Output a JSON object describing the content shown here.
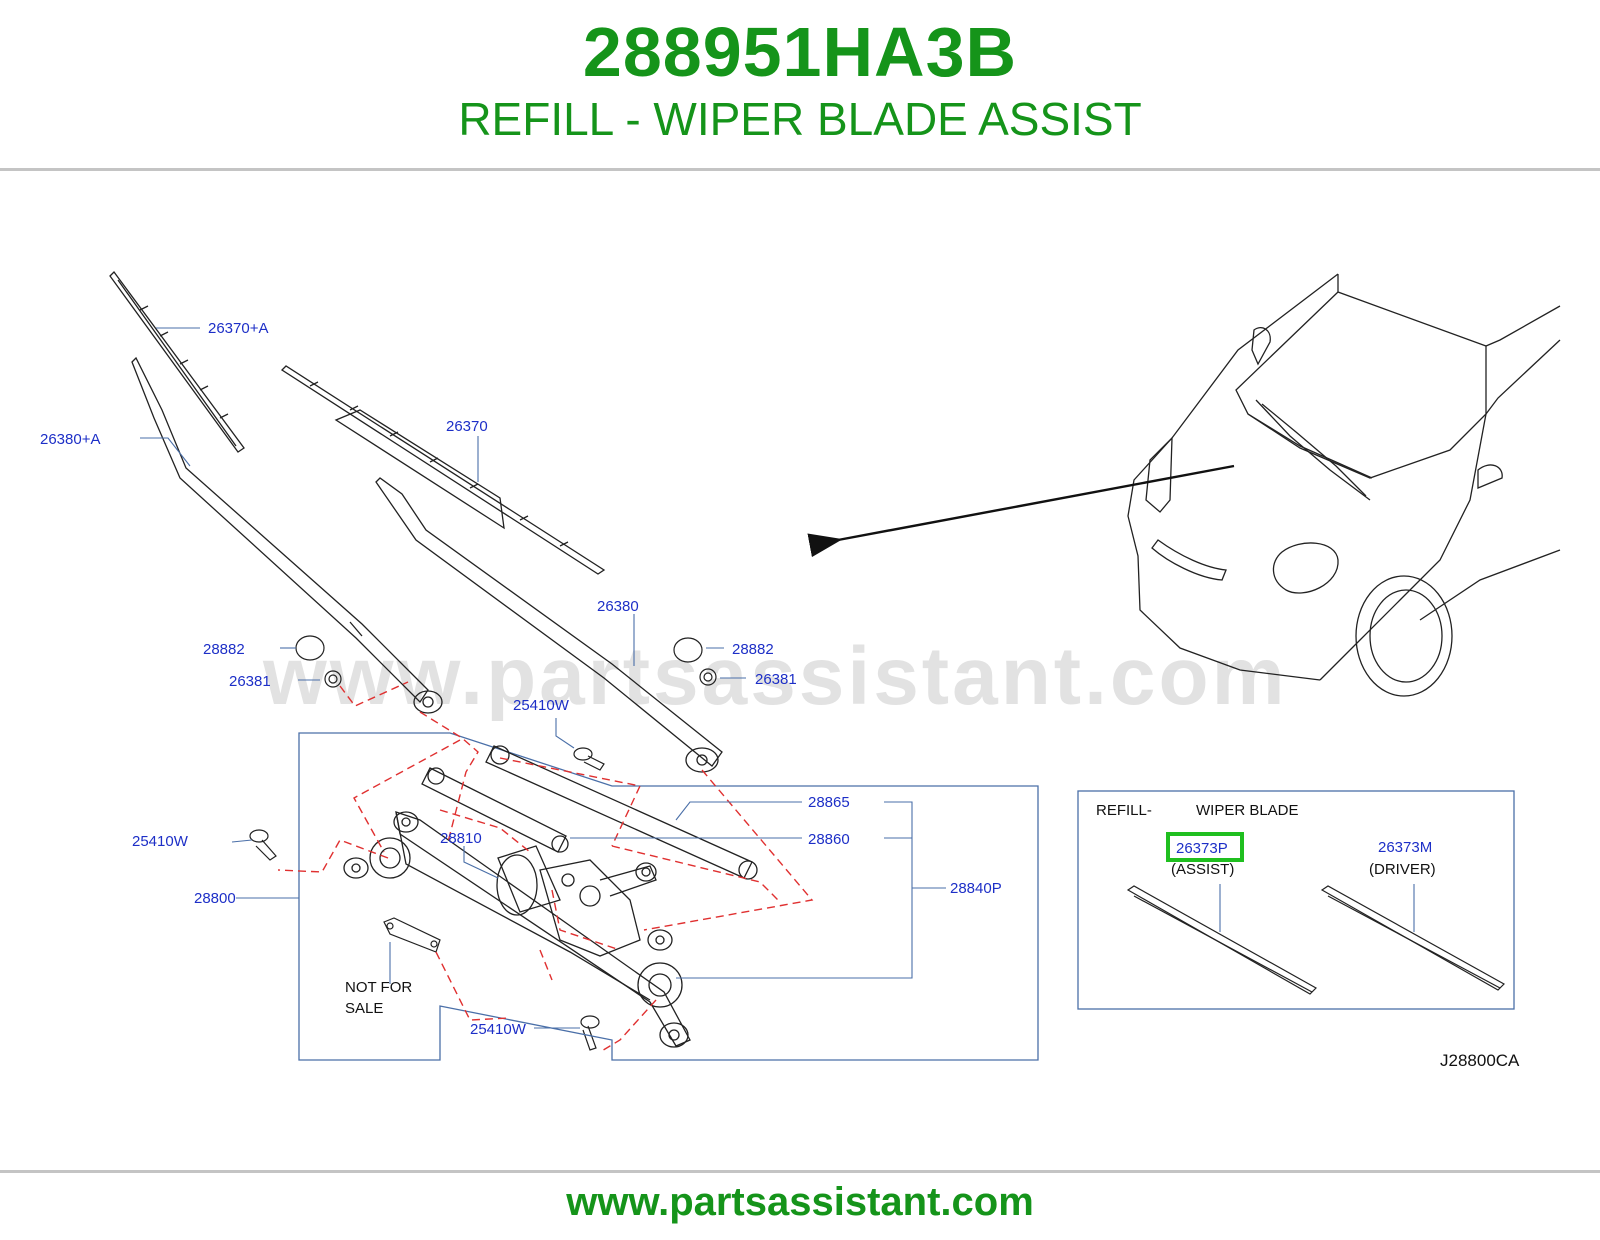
{
  "header": {
    "part_number": "288951HA3B",
    "part_name": "REFILL - WIPER BLADE ASSIST"
  },
  "diagram": {
    "callouts": {
      "c_26370A": "26370+A",
      "c_26380A": "26380+A",
      "c_26370": "26370",
      "c_26380": "26380",
      "c_28882_l": "28882",
      "c_28882_r": "28882",
      "c_26381_l": "26381",
      "c_26381_r": "26381",
      "c_25410W_top": "25410W",
      "c_25410W_left": "25410W",
      "c_25410W_bot": "25410W",
      "c_28865": "28865",
      "c_28860": "28860",
      "c_28810": "28810",
      "c_28800": "28800",
      "c_28840P": "28840P"
    },
    "not_for_sale_1": "NOT   FOR",
    "not_for_sale_2": "SALE",
    "diagram_code": "J28800CA",
    "inset": {
      "title_left": "REFILL-",
      "title_right": "WIPER   BLADE",
      "assist_pn": "26373P",
      "assist_label": "(ASSIST)",
      "driver_pn": "26373M",
      "driver_label": "(DRIVER)"
    },
    "highlight_color": "#1fbf1f"
  },
  "watermark": "www.partsassistant.com",
  "footer": {
    "url": "www.partsassistant.com"
  },
  "colors": {
    "brand_green": "#15941a",
    "callout_blue": "#1d2fc7",
    "dash_red": "#e03030"
  }
}
